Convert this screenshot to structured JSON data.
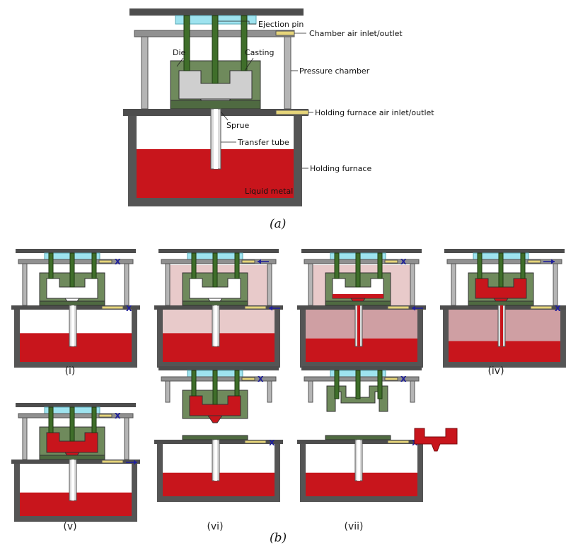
{
  "colors": {
    "frame": "#555555",
    "top_plate": "#4d4d4d",
    "plate": "#909090",
    "post": "#b5b5b5",
    "pin": "#3f6e2a",
    "pin_plate": "#9ee3ef",
    "die": "#6f8a5c",
    "cavity": "#cfcfcf",
    "metal": "#c8151c",
    "pressure": "#e8caca",
    "pressure_furnace": "#cf9fa3",
    "valve": "#e6d57a",
    "arrow": "#20209a"
  },
  "main_labels": {
    "ejection_pin": "Ejection pin",
    "chamber_air": "Chamber air inlet/outlet",
    "die": "Die",
    "casting": "Casting",
    "pressure_chamber": "Pressure chamber",
    "holding_air": "Holding furnace air inlet/outlet",
    "sprue": "Sprue",
    "transfer_tube": "Transfer tube",
    "holding_furnace": "Holding furnace",
    "liquid_metal": "Liquid metal"
  },
  "captions": {
    "a": "(a)",
    "b": "(b)"
  },
  "marker_closed": "X",
  "stages": [
    {
      "label": "(i)",
      "pressure_chamber": "none",
      "furnace_gas": "none",
      "metal_fill": 0.55,
      "tube_filled": false,
      "casting": "none",
      "chamber_valve": "closed",
      "furnace_valve": "closed",
      "lifted": false,
      "separated": false
    },
    {
      "label": "(ii)",
      "pressure_chamber": "pressure",
      "furnace_gas": "pressure",
      "metal_fill": 0.55,
      "tube_filled": false,
      "casting": "none",
      "chamber_valve": "in",
      "furnace_valve": "in",
      "lifted": false,
      "separated": false
    },
    {
      "label": "(iii)",
      "pressure_chamber": "pressure",
      "furnace_gas": "deep",
      "metal_fill": 0.45,
      "tube_filled": true,
      "casting": "sprue",
      "chamber_valve": "closed",
      "furnace_valve": "in",
      "lifted": false,
      "separated": false
    },
    {
      "label": "(iv)",
      "pressure_chamber": "none",
      "furnace_gas": "deep",
      "metal_fill": 0.4,
      "tube_filled": true,
      "casting": "full",
      "chamber_valve": "out",
      "furnace_valve": "closed",
      "lifted": false,
      "separated": false
    },
    {
      "label": "(v)",
      "pressure_chamber": "none",
      "furnace_gas": "none",
      "metal_fill": 0.45,
      "tube_filled": false,
      "casting": "full",
      "chamber_valve": "closed",
      "furnace_valve": "out",
      "lifted": false,
      "separated": false
    },
    {
      "label": "(vi)",
      "pressure_chamber": "none",
      "furnace_gas": "none",
      "metal_fill": 0.45,
      "tube_filled": false,
      "casting": "full",
      "chamber_valve": "closed",
      "furnace_valve": "closed",
      "lifted": true,
      "separated": false
    },
    {
      "label": "(vii)",
      "pressure_chamber": "none",
      "furnace_gas": "none",
      "metal_fill": 0.45,
      "tube_filled": false,
      "casting": "none",
      "chamber_valve": "closed",
      "furnace_valve": "closed",
      "lifted": true,
      "separated": true
    }
  ]
}
